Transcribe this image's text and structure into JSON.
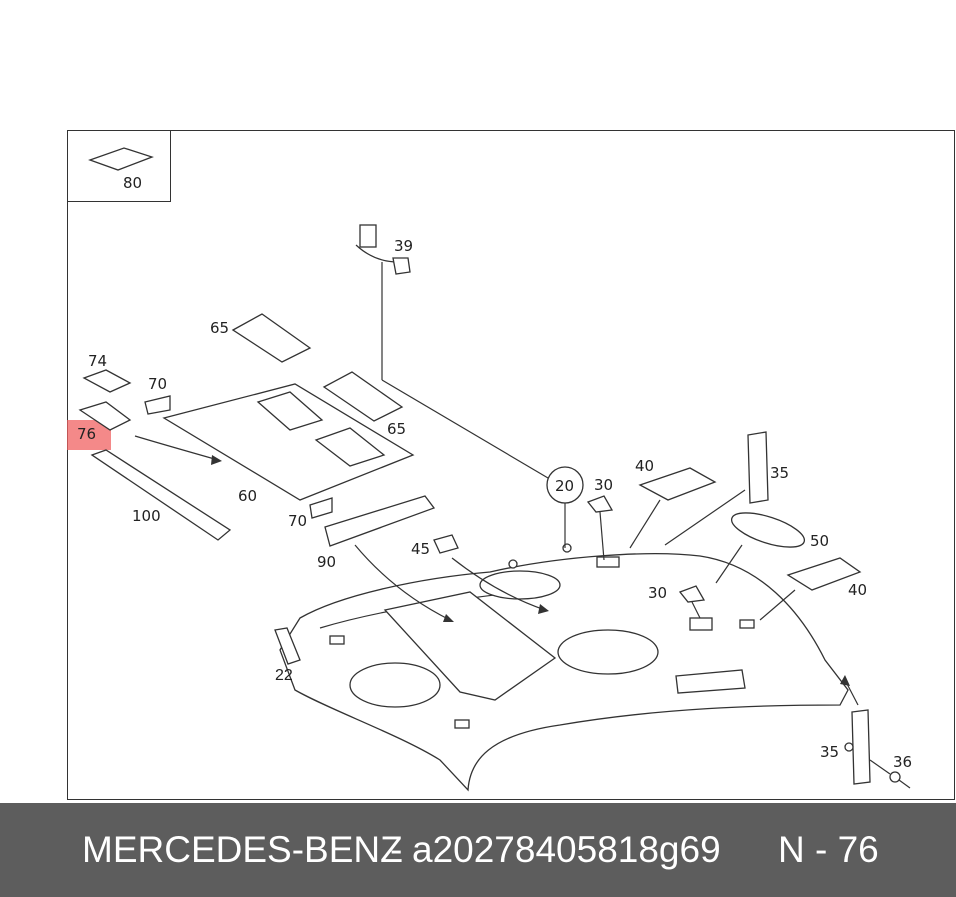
{
  "labels": {
    "p80": "80",
    "p39": "39",
    "p65a": "65",
    "p65b": "65",
    "p74": "74",
    "p70a": "70",
    "p70b": "70",
    "p76": "76",
    "p60": "60",
    "p100": "100",
    "p90": "90",
    "p45": "45",
    "p20": "20",
    "p30a": "30",
    "p30b": "30",
    "p40a": "40",
    "p40b": "40",
    "p35a": "35",
    "p35b": "35",
    "p50": "50",
    "p22": "22",
    "p36": "36"
  },
  "highlight_color": "#f06262",
  "footer": {
    "brand": "MERCEDES-BENZ",
    "separator": "-",
    "part_number": "a20278405818g69",
    "position": "N - 76"
  }
}
